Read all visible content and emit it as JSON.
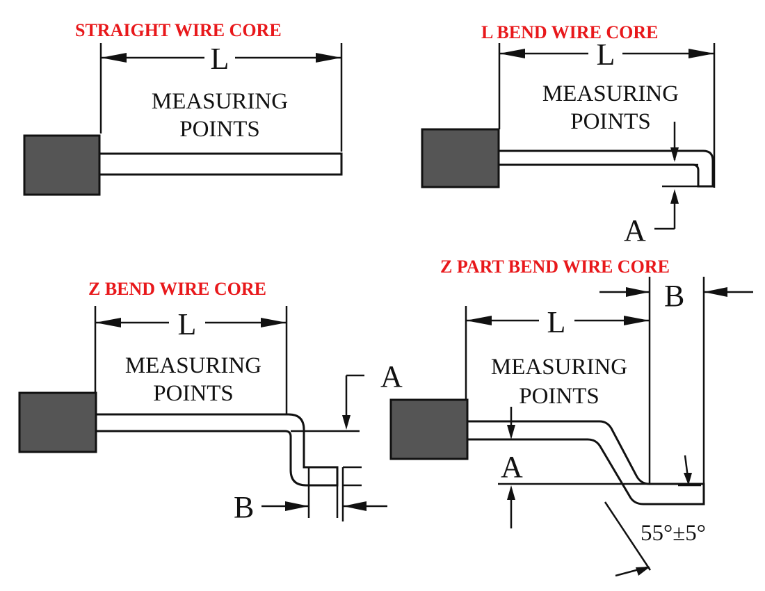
{
  "diagrams": {
    "straight": {
      "title": "STRAIGHT WIRE CORE",
      "dim_l": "L",
      "measure_line1": "MEASURING",
      "measure_line2": "POINTS"
    },
    "l_bend": {
      "title": "L BEND WIRE CORE",
      "dim_l": "L",
      "dim_a": "A",
      "measure_line1": "MEASURING",
      "measure_line2": "POINTS"
    },
    "z_bend": {
      "title": "Z BEND WIRE CORE",
      "dim_l": "L",
      "dim_a": "A",
      "dim_b": "B",
      "measure_line1": "MEASURING",
      "measure_line2": "POINTS"
    },
    "z_part_bend": {
      "title": "Z PART BEND WIRE CORE",
      "dim_l": "L",
      "dim_a": "A",
      "dim_b": "B",
      "angle": "55°±5°",
      "measure_line1": "MEASURING",
      "measure_line2": "POINTS"
    }
  },
  "colors": {
    "title": "#e8181b",
    "block": "#555555",
    "line": "#111111"
  }
}
